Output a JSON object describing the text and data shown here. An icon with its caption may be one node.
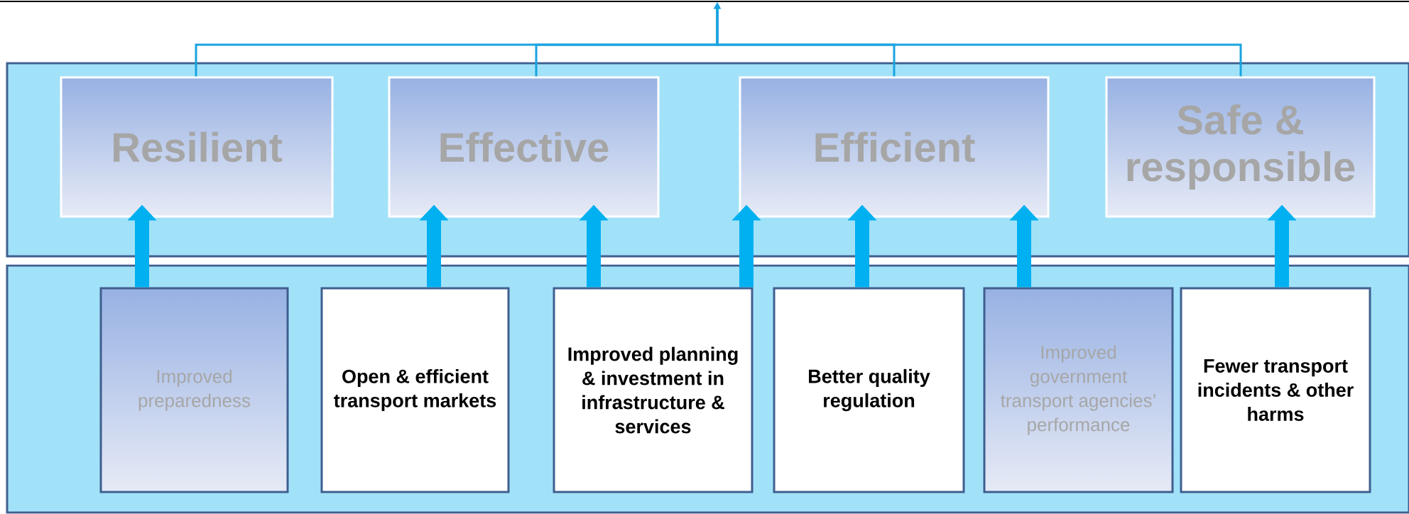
{
  "diagram": {
    "nodes": [
      {
        "text": [],
        "shape": "bar"
      },
      {
        "text": [],
        "shape": "box"
      },
      {
        "text": [
          "Resilient"
        ],
        "in": 1
      },
      {
        "text": [
          "Effective"
        ],
        "in": 1
      },
      {
        "text": [
          "Efficient"
        ],
        "in": 1
      },
      {
        "text": [
          "Safe & responsible"
        ],
        "in": 1
      },
      {
        "text": [],
        "shape": "box"
      },
      {
        "text": [
          "Improved preparedness"
        ],
        "in": 6
      },
      {
        "text": [
          "Open & efficient transport markets"
        ],
        "in": 6
      },
      {
        "text": [
          "Improved planning & investment in infrastructure & services"
        ],
        "in": 6
      },
      {
        "text": [
          "Better quality regulation"
        ],
        "in": 6
      },
      {
        "text": [
          "Improved government transport agencies’ performance"
        ],
        "in": 6
      },
      {
        "text": [
          "Fewer transport incidents & other harms"
        ],
        "in": 6
      }
    ],
    "edges": [
      {
        "from": 7,
        "to": 2,
        "arrow": "to"
      },
      {
        "from": 8,
        "to": 3,
        "arrow": "to"
      },
      {
        "from": 9,
        "to": 3,
        "arrow": "to"
      },
      {
        "from": 9,
        "to": 4,
        "arrow": "to"
      },
      {
        "from": 10,
        "to": 4,
        "arrow": "to"
      },
      {
        "from": 11,
        "to": 4,
        "arrow": "to"
      },
      {
        "from": 12,
        "to": 5,
        "arrow": "to"
      },
      {
        "from": 2,
        "to": 0,
        "arrow": "to"
      },
      {
        "from": 3,
        "to": 0,
        "arrow": "to"
      },
      {
        "from": 4,
        "to": 0,
        "arrow": "to"
      },
      {
        "from": 5,
        "to": 0,
        "arrow": "to"
      }
    ]
  }
}
